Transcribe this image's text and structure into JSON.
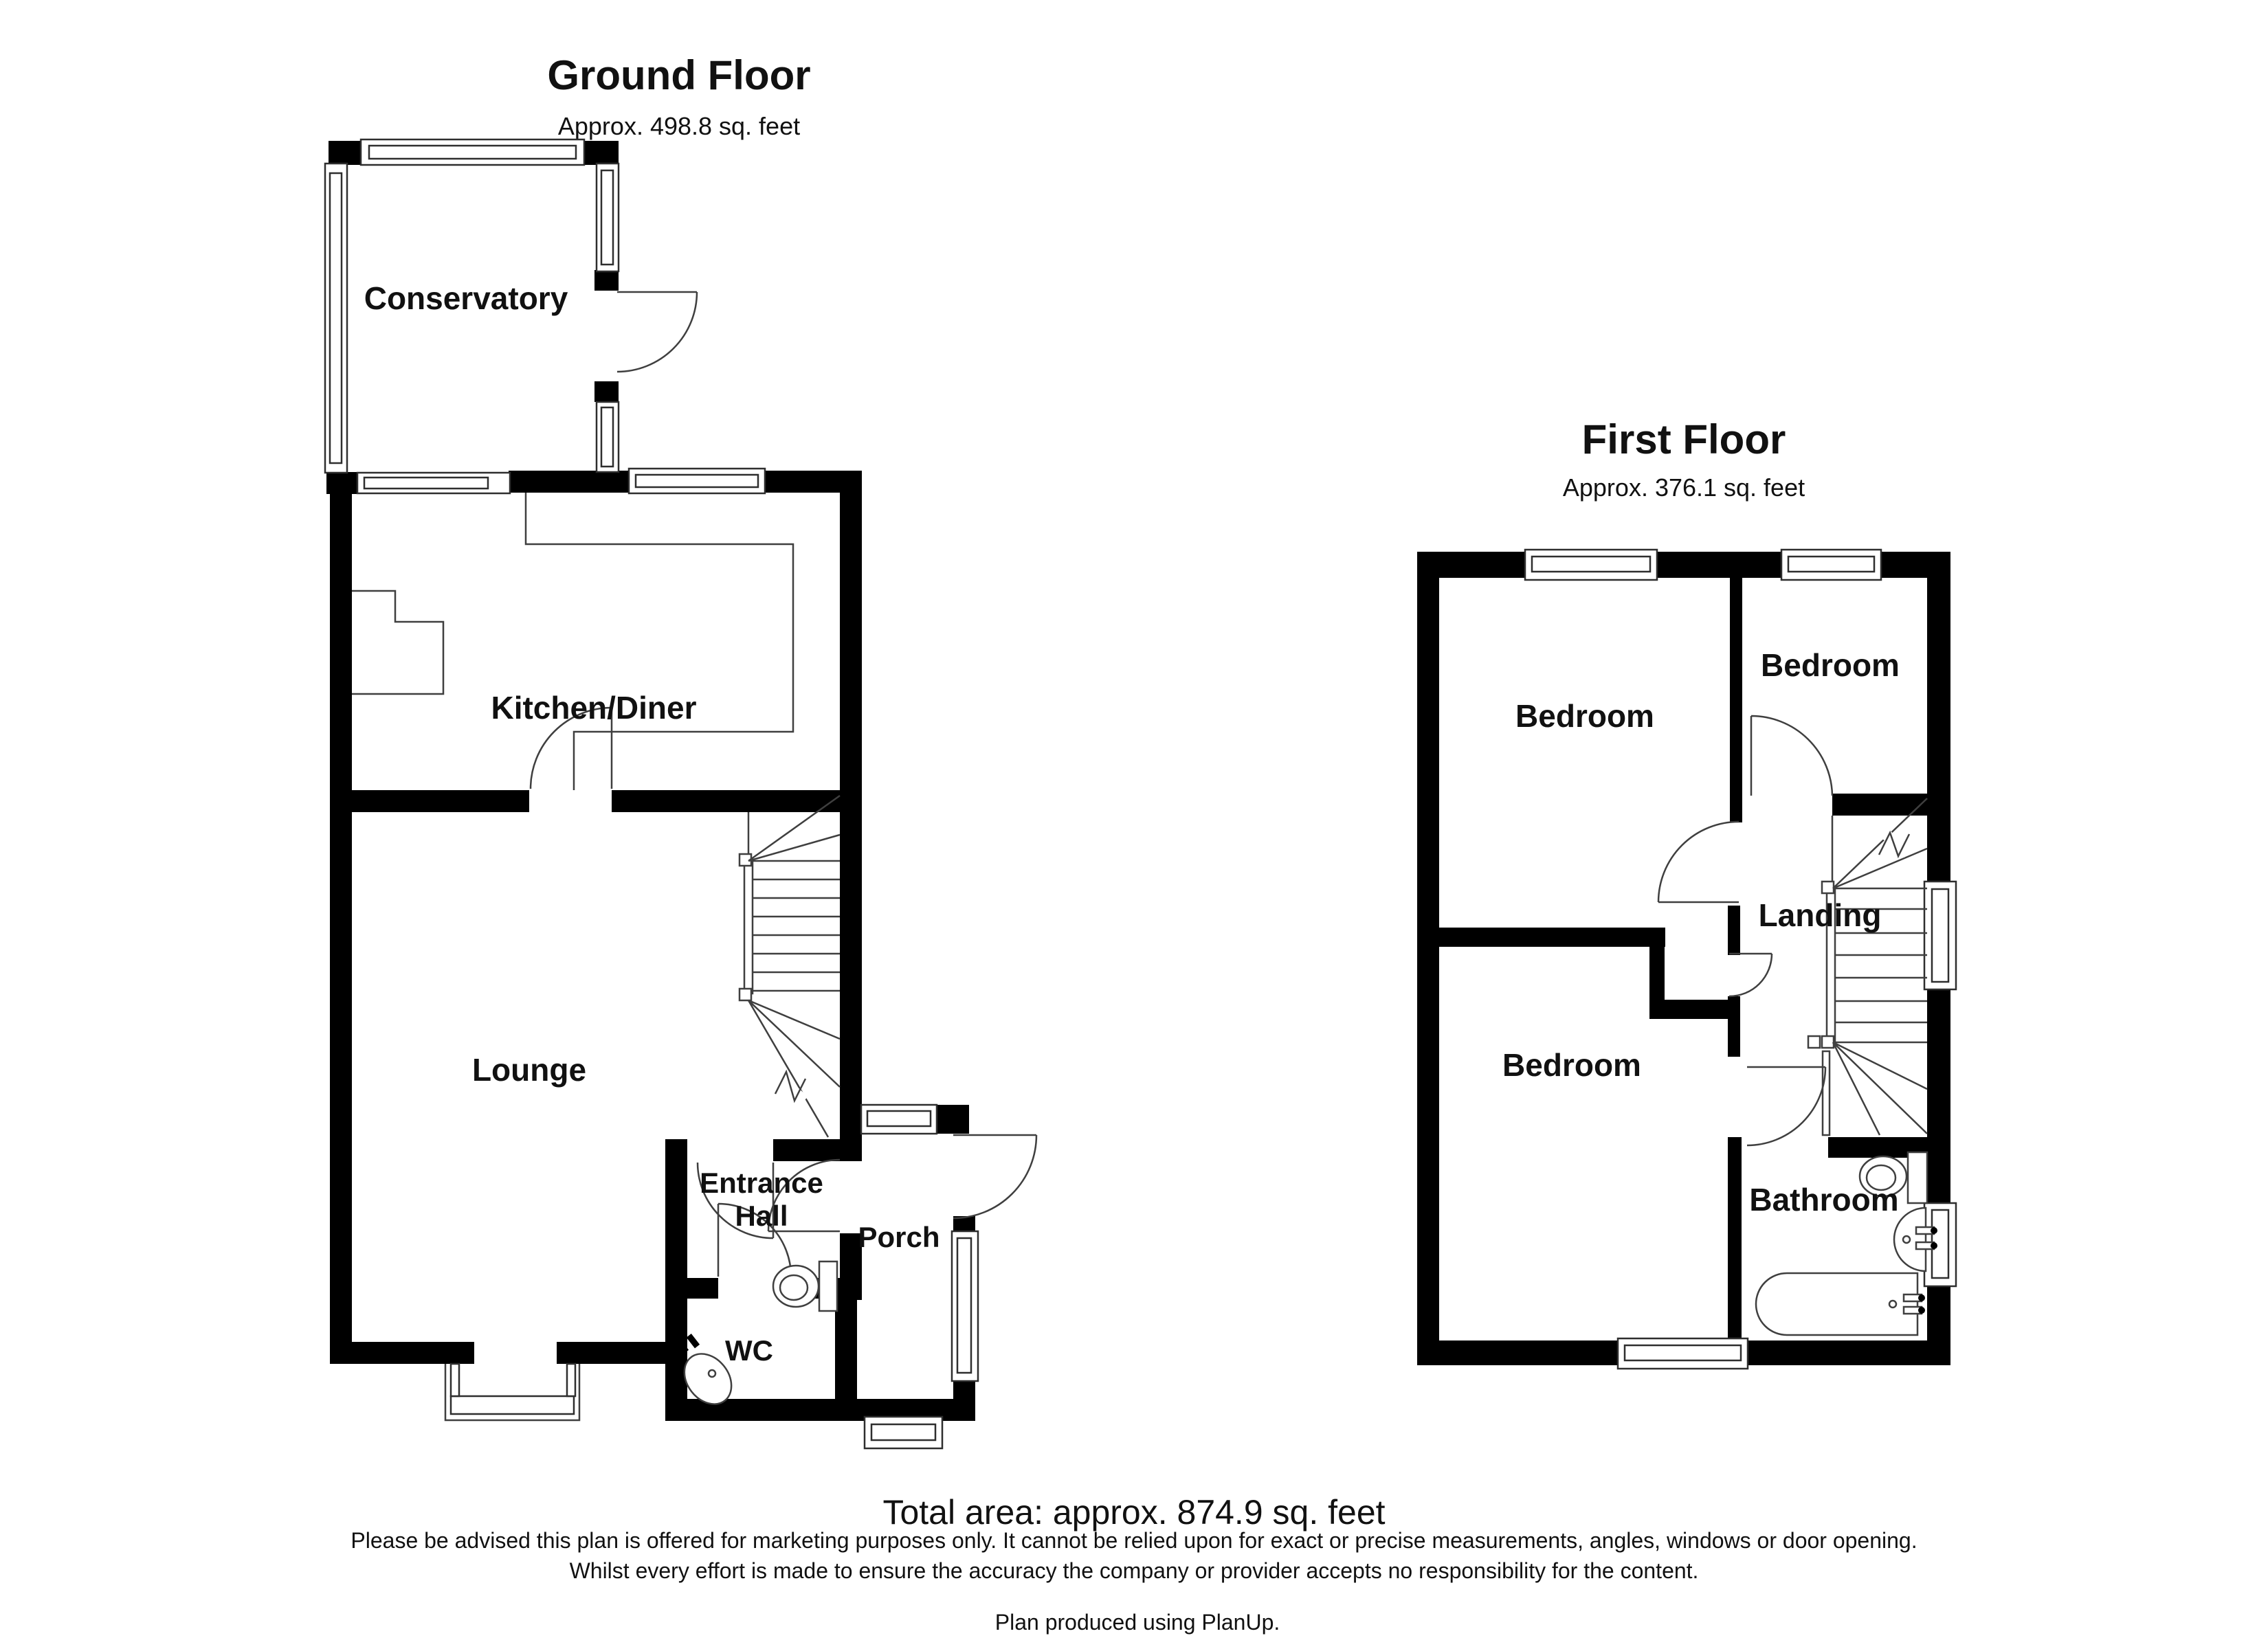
{
  "palette": {
    "background": "#ffffff",
    "wall_color": "#000000",
    "line_color": "#3f3f3f",
    "text_color": "#111111"
  },
  "ground_floor": {
    "title": "Ground Floor",
    "area_label": "Approx. 498.8 sq. feet",
    "rooms": {
      "conservatory": "Conservatory",
      "kitchen_diner": "Kitchen/Diner",
      "lounge": "Lounge",
      "entrance_hall_line1": "Entrance",
      "entrance_hall_line2": "Hall",
      "porch": "Porch",
      "wc": "WC"
    }
  },
  "first_floor": {
    "title": "First Floor",
    "area_label": "Approx. 376.1 sq. feet",
    "rooms": {
      "bedroom_top_left": "Bedroom",
      "bedroom_top_right": "Bedroom",
      "bedroom_bottom_left": "Bedroom",
      "landing": "Landing",
      "bathroom": "Bathroom"
    }
  },
  "footer": {
    "total_area": "Total area: approx. 874.9 sq. feet",
    "disclaimer_line1": "Please be advised this plan is offered for marketing purposes only. It cannot be relied upon for exact or precise measurements, angles, windows or door opening.",
    "disclaimer_line2": "Whilst every effort is made to ensure the accuracy the company or provider accepts no responsibility for the content.",
    "credit": "Plan produced using PlanUp."
  }
}
